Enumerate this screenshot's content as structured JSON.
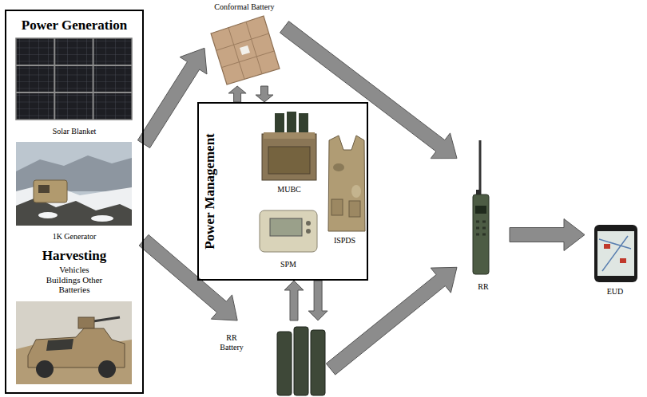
{
  "diagram": {
    "nodes": [
      {
        "text": [
          "Power Generation",
          "Solar Blanket",
          "1K Generator",
          "Harvesting",
          "Vehicles Buildings Other Batteries"
        ]
      },
      {
        "text": [
          "Conformal Battery"
        ]
      },
      {
        "text": [
          "Power Management"
        ]
      },
      {
        "text": [
          "MUBC"
        ],
        "in": 2
      },
      {
        "text": [
          "SPM"
        ],
        "in": 2
      },
      {
        "text": [
          "ISPDS"
        ],
        "in": 2
      },
      {
        "text": [
          "RR Battery"
        ]
      },
      {
        "text": [
          "RR"
        ]
      },
      {
        "text": [
          "EUD"
        ]
      }
    ],
    "edges": [
      {
        "from": 0,
        "to": 1,
        "arrow": "to"
      },
      {
        "from": 0,
        "to": 6,
        "arrow": "to"
      },
      {
        "from": 1,
        "to": 2,
        "arrow": "to"
      },
      {
        "from": 2,
        "to": 1,
        "arrow": "to"
      },
      {
        "from": 2,
        "to": 6,
        "arrow": "to"
      },
      {
        "from": 6,
        "to": 2,
        "arrow": "to"
      },
      {
        "from": 1,
        "to": 7,
        "arrow": "to"
      },
      {
        "from": 6,
        "to": 7,
        "arrow": "to"
      },
      {
        "from": 7,
        "to": 8,
        "arrow": "to"
      }
    ]
  }
}
